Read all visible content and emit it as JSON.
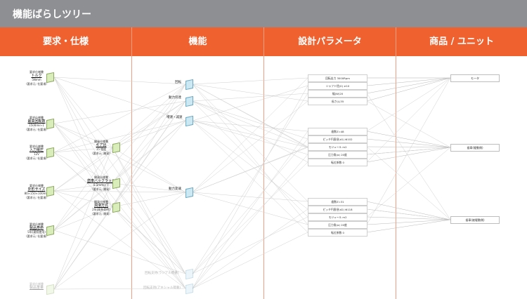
{
  "app": {
    "title": "機能ばらしツリー"
  },
  "columns": [
    "要求・仕様",
    "機能",
    "設計パラメータ",
    "商品 / ユニット"
  ],
  "requirements": [
    {
      "line1": "要求仕様書",
      "name": "トルク",
      "value": "5Nmm",
      "note": "〈要求元: 社要項〉"
    },
    {
      "line1": "要求仕様書",
      "name": "最高回転数",
      "value": "1500min-1",
      "note": "〈要求元: 社要項〉"
    },
    {
      "line1": "要求仕様書",
      "name": "入力電圧",
      "value": "12V",
      "note": "〈要求元: 社要項〉"
    },
    {
      "line1": "要求仕様書",
      "name": "外形サイズ",
      "value": "80×150×100mm",
      "note": "〈要求元: 社要項〉"
    },
    {
      "line1": "要求仕様書",
      "name": "製品寿命",
      "value": "5年(連続使用)",
      "note": "〈要求元: 社要項〉"
    },
    {
      "line1": "要求仕様書",
      "name": "製品重量",
      "value": "",
      "note": ""
    }
  ],
  "sub_requirements": [
    {
      "line1": "開発仕様書",
      "name": "ギア比",
      "value": "15 程度",
      "note": "〈要求元: 開発〉"
    },
    {
      "line1": "開発仕様書",
      "name": "歯車バックラッシ",
      "value": "0.1mm以下",
      "note": "〈要求元: 開発〉"
    },
    {
      "line1": "開発仕様書",
      "name": "潤滑方式",
      "value": "2年(高負荷時)",
      "note": "〈要求元: 開発〉"
    }
  ],
  "functions": [
    {
      "label": "回転"
    },
    {
      "label": "動力伝達"
    },
    {
      "label": "増速・減速"
    },
    {
      "label": "動力変速"
    },
    {
      "label": "回転支持(ラジアル荷重)"
    },
    {
      "label": "回転支持(アキシャル荷重)"
    }
  ],
  "parameters": [
    {
      "group": 1,
      "label": "回転出力 3000Rpm"
    },
    {
      "group": 1,
      "label": "シャフト径(0) ≥10"
    },
    {
      "group": 1,
      "label": "幅(W)20"
    },
    {
      "group": 1,
      "label": "長さ(L)35"
    },
    {
      "group": 2,
      "label": "歯数Z=48"
    },
    {
      "group": 2,
      "label": "ピッチ円直径(d1) Φ102"
    },
    {
      "group": 2,
      "label": "モジュール m2"
    },
    {
      "group": 2,
      "label": "圧力角(α) 20度"
    },
    {
      "group": 2,
      "label": "転位係数 0"
    },
    {
      "group": 3,
      "label": "歯数Z=31"
    },
    {
      "group": 3,
      "label": "ピッチ円直径(d2) Φ118"
    },
    {
      "group": 3,
      "label": "モジュール m2"
    },
    {
      "group": 3,
      "label": "圧力角(α) 20度"
    },
    {
      "group": 3,
      "label": "転位係数 0"
    }
  ],
  "units": [
    {
      "label": "モータ"
    },
    {
      "label": "歯車(駆動側)"
    },
    {
      "label": "歯車(被駆動側)"
    }
  ]
}
